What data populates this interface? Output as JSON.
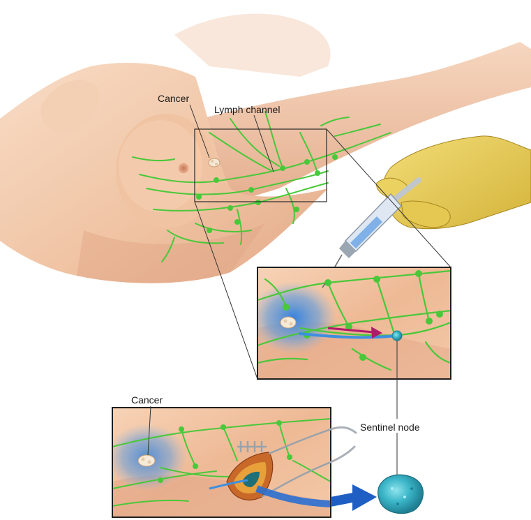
{
  "labels": {
    "cancer_top": "Cancer",
    "lymph_channel": "Lymph channel",
    "cancer_bottom": "Cancer",
    "sentinel_node": "Sentinel node"
  },
  "colors": {
    "skin": "#f1c6a6",
    "skin_shadow": "#d89a78",
    "lymph": "#49c83a",
    "dye_blue": "#3d8fe0",
    "glove": "#e8cf55",
    "node": "#3bb6c8",
    "arrow_blue": "#1f6fd1",
    "arrow_magenta": "#b01a6a",
    "frame": "#2a2a2a"
  }
}
